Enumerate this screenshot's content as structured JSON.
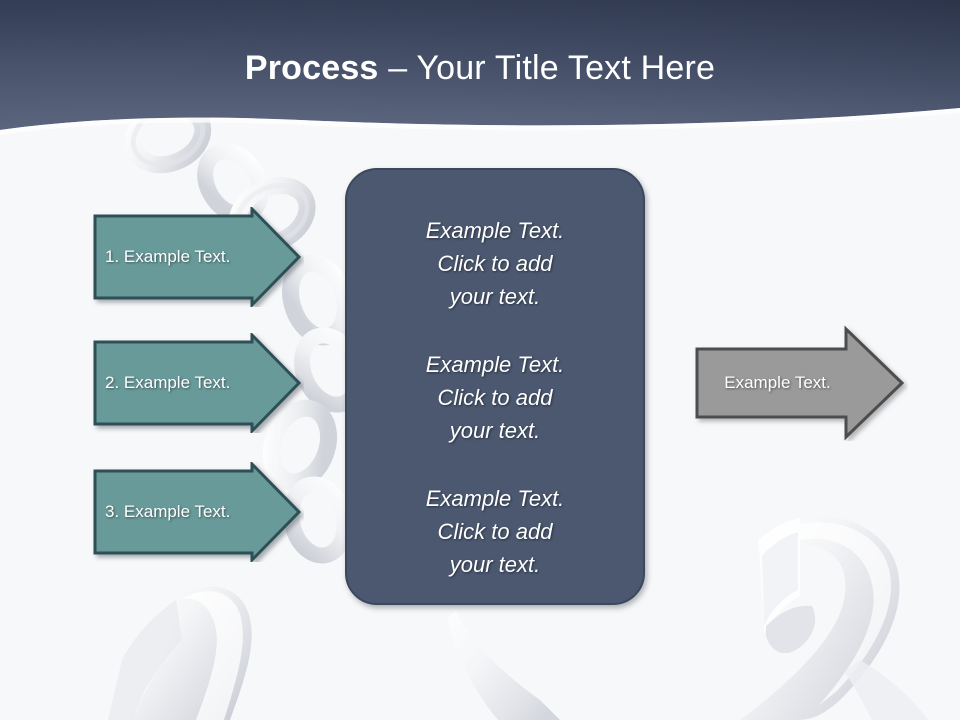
{
  "slide": {
    "title": {
      "bold_part": "Process",
      "rest_part": " – Your Title Text Here",
      "full": "Process – Your Title Text Here"
    },
    "background": {
      "canvas_color": "#f7f8fa",
      "header_gradient_top": "#323c52",
      "header_gradient_bottom": "#5a657e",
      "decor_name": "white-3d-chain-links"
    }
  },
  "steps": {
    "accent_color": "#699a9a",
    "border_color": "#2f4f52",
    "items": [
      {
        "label": "1. Example Text."
      },
      {
        "label": "2. Example Text."
      },
      {
        "label": "3. Example Text."
      }
    ]
  },
  "center_panel": {
    "fill_color": "#4b5870",
    "border_color": "#3c485e",
    "blocks": [
      {
        "line1": "Example Text.",
        "line2": "Click  to add",
        "line3": "your text."
      },
      {
        "line1": "Example Text.",
        "line2": "Click  to add",
        "line3": "your text."
      },
      {
        "line1": "Example Text.",
        "line2": "Click  to add",
        "line3": "your text."
      }
    ]
  },
  "result_arrow": {
    "label": "Example Text.",
    "fill_color": "#9a9a9a",
    "border_color": "#4d4d4d"
  }
}
